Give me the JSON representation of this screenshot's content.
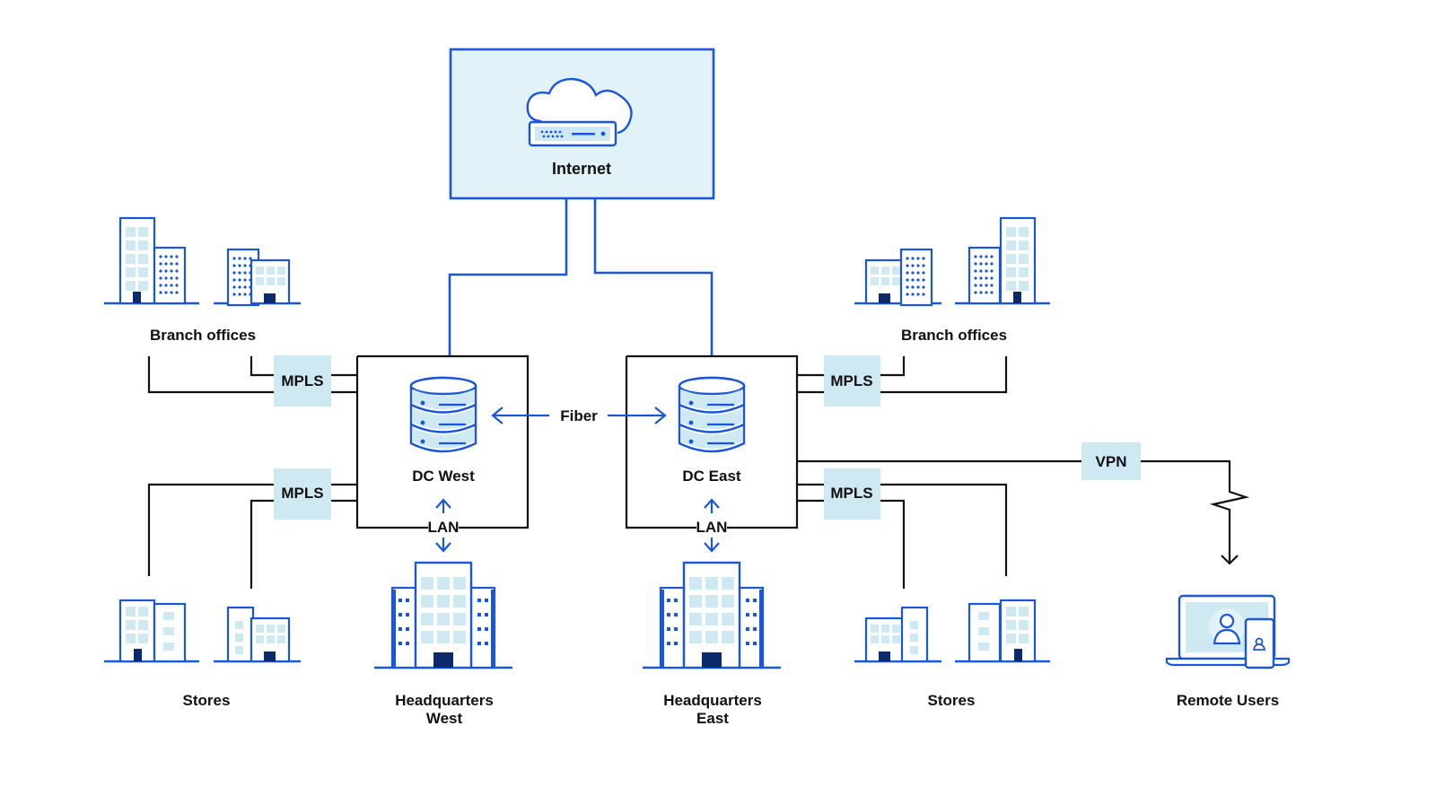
{
  "colors": {
    "accent": "#1a56db",
    "badge_background": "#cfe9f3",
    "internet_background": "#e1f3f9",
    "line": "#111111",
    "text": "#111111"
  },
  "internet": {
    "label": "Internet",
    "icon": "cloud-router-icon"
  },
  "data_centers": {
    "west": {
      "label": "DC West",
      "icon": "database-icon"
    },
    "east": {
      "label": "DC East",
      "icon": "database-icon"
    }
  },
  "links": {
    "fiber": "Fiber",
    "lan_west": "LAN",
    "lan_east": "LAN",
    "vpn": "VPN",
    "mpls_branch_west": "MPLS",
    "mpls_stores_west": "MPLS",
    "mpls_branch_east": "MPLS",
    "mpls_stores_east": "MPLS"
  },
  "sites": {
    "branch_west": {
      "label": "Branch offices",
      "icon": "office-buildings-icon"
    },
    "branch_east": {
      "label": "Branch offices",
      "icon": "office-buildings-icon"
    },
    "stores_west": {
      "label": "Stores",
      "icon": "store-buildings-icon"
    },
    "stores_east": {
      "label": "Stores",
      "icon": "store-buildings-icon"
    },
    "hq_west": {
      "label_line1": "Headquarters",
      "label_line2": "West",
      "icon": "headquarters-building-icon"
    },
    "hq_east": {
      "label_line1": "Headquarters",
      "label_line2": "East",
      "icon": "headquarters-building-icon"
    },
    "remote_users": {
      "label": "Remote Users",
      "icon": "laptop-user-icon"
    }
  }
}
